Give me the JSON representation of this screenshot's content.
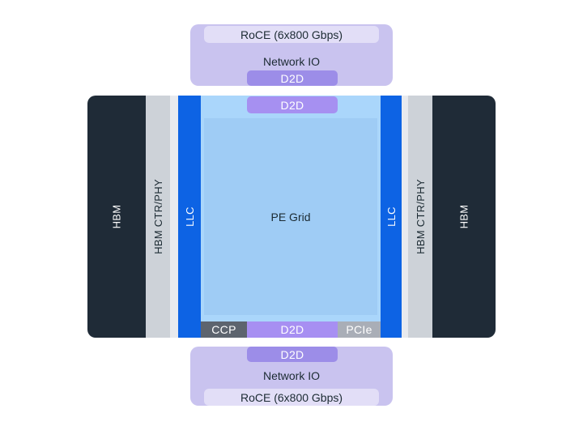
{
  "top_io": {
    "roce_label": "RoCE (6x800 Gbps)",
    "network_io_label": "Network IO",
    "d2d_label": "D2D"
  },
  "chip": {
    "hbm_left_label": "HBM",
    "hbm_ctr_phy_left_label": "HBM CTR/PHY",
    "llc_left_label": "LLC",
    "d2d_top_label": "D2D",
    "pe_grid_label": "PE Grid",
    "llc_right_label": "LLC",
    "hbm_ctr_phy_right_label": "HBM CTR/PHY",
    "hbm_right_label": "HBM",
    "ccp_label": "CCP",
    "d2d_bottom_label": "D2D",
    "pcie_label": "PCIe"
  },
  "bottom_io": {
    "d2d_label": "D2D",
    "network_io_label": "Network IO",
    "roce_label": "RoCE (6x800 Gbps)"
  },
  "colors": {
    "background": "#ffffff",
    "hbm_dark": "#1f2b37",
    "hbm_ctr_phy_gray": "#cdd2d8",
    "divider_light_gray": "#e8eaee",
    "llc_blue": "#0d63e4",
    "pe_grid_light_frame": "#aad6fb",
    "pe_grid_inner_blue": "#9fccf5",
    "io_box_lavender": "#c9c3ef",
    "roce_light_lavender": "#e2def7",
    "d2d_purple_io": "#9c8de8",
    "d2d_purple_chip": "#a690f1",
    "ccp_dark_gray": "#5d646e",
    "pcie_gray": "#a9aeb7",
    "text_dark": "#1c2b33",
    "text_light": "#ffffff"
  }
}
